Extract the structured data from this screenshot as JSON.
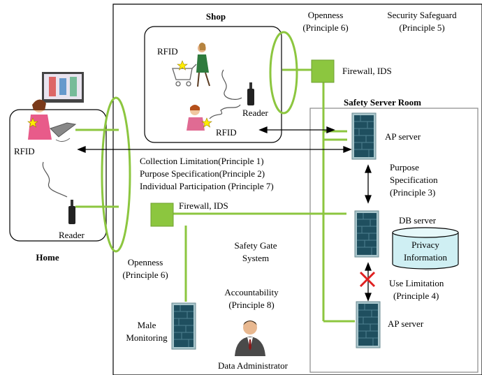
{
  "labels": {
    "shop": "Shop",
    "home": "Home",
    "safety_server_room": "Safety Server Room",
    "rfid_shop": "RFID",
    "rfid_shop_2": "RFID",
    "reader_shop": "Reader",
    "rfid_home": "RFID",
    "reader_home": "Reader",
    "firewall_top": "Firewall, IDS",
    "firewall_mid": "Firewall, IDS",
    "openness_top_1": "Openness",
    "openness_top_2": "(Principle 6)",
    "security_1": "Security Safeguard",
    "security_2": "(Principle 5)",
    "collection": "Collection Limitation(Principle 1)",
    "purpose": "Purpose Specification(Principle 2)",
    "participation": "Individual Participation (Principle 7)",
    "ap_server_top": "AP server",
    "purpose_spec_1": "Purpose",
    "purpose_spec_2": "Specification",
    "purpose_spec_3": "(Principle 3)",
    "db_server": "DB server",
    "privacy_1": "Privacy",
    "privacy_2": "Information",
    "use_limit_1": "Use Limitation",
    "use_limit_2": "(Principle 4)",
    "ap_server_bottom": "AP server",
    "safety_gate_1": "Safety Gate",
    "safety_gate_2": "System",
    "openness_bottom_1": "Openness",
    "openness_bottom_2": "(Principle 6)",
    "accountability_1": "Accountability",
    "accountability_2": "(Principle 8)",
    "male_1": "Male",
    "male_2": "Monitoring",
    "data_admin": "Data Administrator"
  },
  "colors": {
    "green": "#8cc63f",
    "server_dark": "#1f4f5f",
    "server_light": "#a9c6cc",
    "privacy_fill": "#cfeff3",
    "shirt_woman": "#e85b8a",
    "star": "#ffee00"
  }
}
